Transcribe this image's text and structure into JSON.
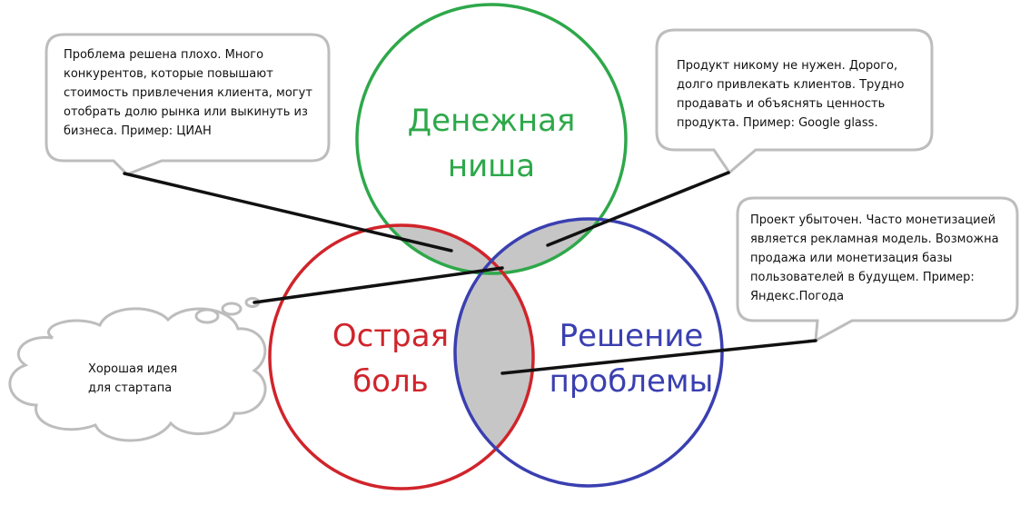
{
  "circles": {
    "money": {
      "label_line1": "Денежная",
      "label_line2": "ниша",
      "color": "#2ea84a"
    },
    "pain": {
      "label_line1": "Острая",
      "label_line2": "боль",
      "color": "#d0242b"
    },
    "solution": {
      "label_line1": "Решение",
      "label_line2": "проблемы",
      "color": "#3a3fb0"
    }
  },
  "overlap_fill": "#c6c6c6",
  "callouts": {
    "top_left": "Проблема решена плохо. Много конкурентов, которые повышают стоимость привлечения клиента, могут отобрать долю рынка или выкинуть из бизнеса. Пример: ЦИАН",
    "top_right": "Продукт никому не нужен. Дорого, долго привлекать клиентов. Трудно продавать и объяснять ценность продукта. Пример: Google glass.",
    "right": "Проект убыточен. Часто монетизацией является рекламная модель. Возможна продажа или монетизация базы пользователей в будущем. Пример: Яндекс.Погода",
    "cloud": "Хорошая идея для стартапа"
  }
}
